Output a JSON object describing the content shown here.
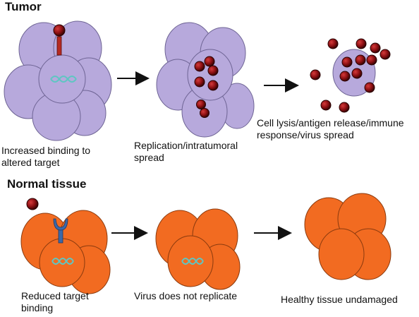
{
  "sections": {
    "tumor": {
      "title": "Tumor"
    },
    "normal": {
      "title": "Normal tissue"
    }
  },
  "captions": {
    "tumor_1": "Increased binding to\naltered target",
    "tumor_2": "Replication/intratumoral\nspread",
    "tumor_3": "Cell lysis/antigen release/immune\nresponse/virus spread",
    "normal_1": "Reduced target\nbinding",
    "normal_2": "Virus does not replicate",
    "normal_3": "Healthy tissue undamaged"
  },
  "colors": {
    "tumor_cell": "#b7a9dc",
    "tumor_cell_stroke": "#6e6494",
    "normal_cell": "#f26b21",
    "normal_cell_stroke": "#8a3a0e",
    "virus": "#8b0f12",
    "receptor_tumor": "#b52a22",
    "receptor_normal": "#3c68a8",
    "dna": "#5fc6c2"
  }
}
